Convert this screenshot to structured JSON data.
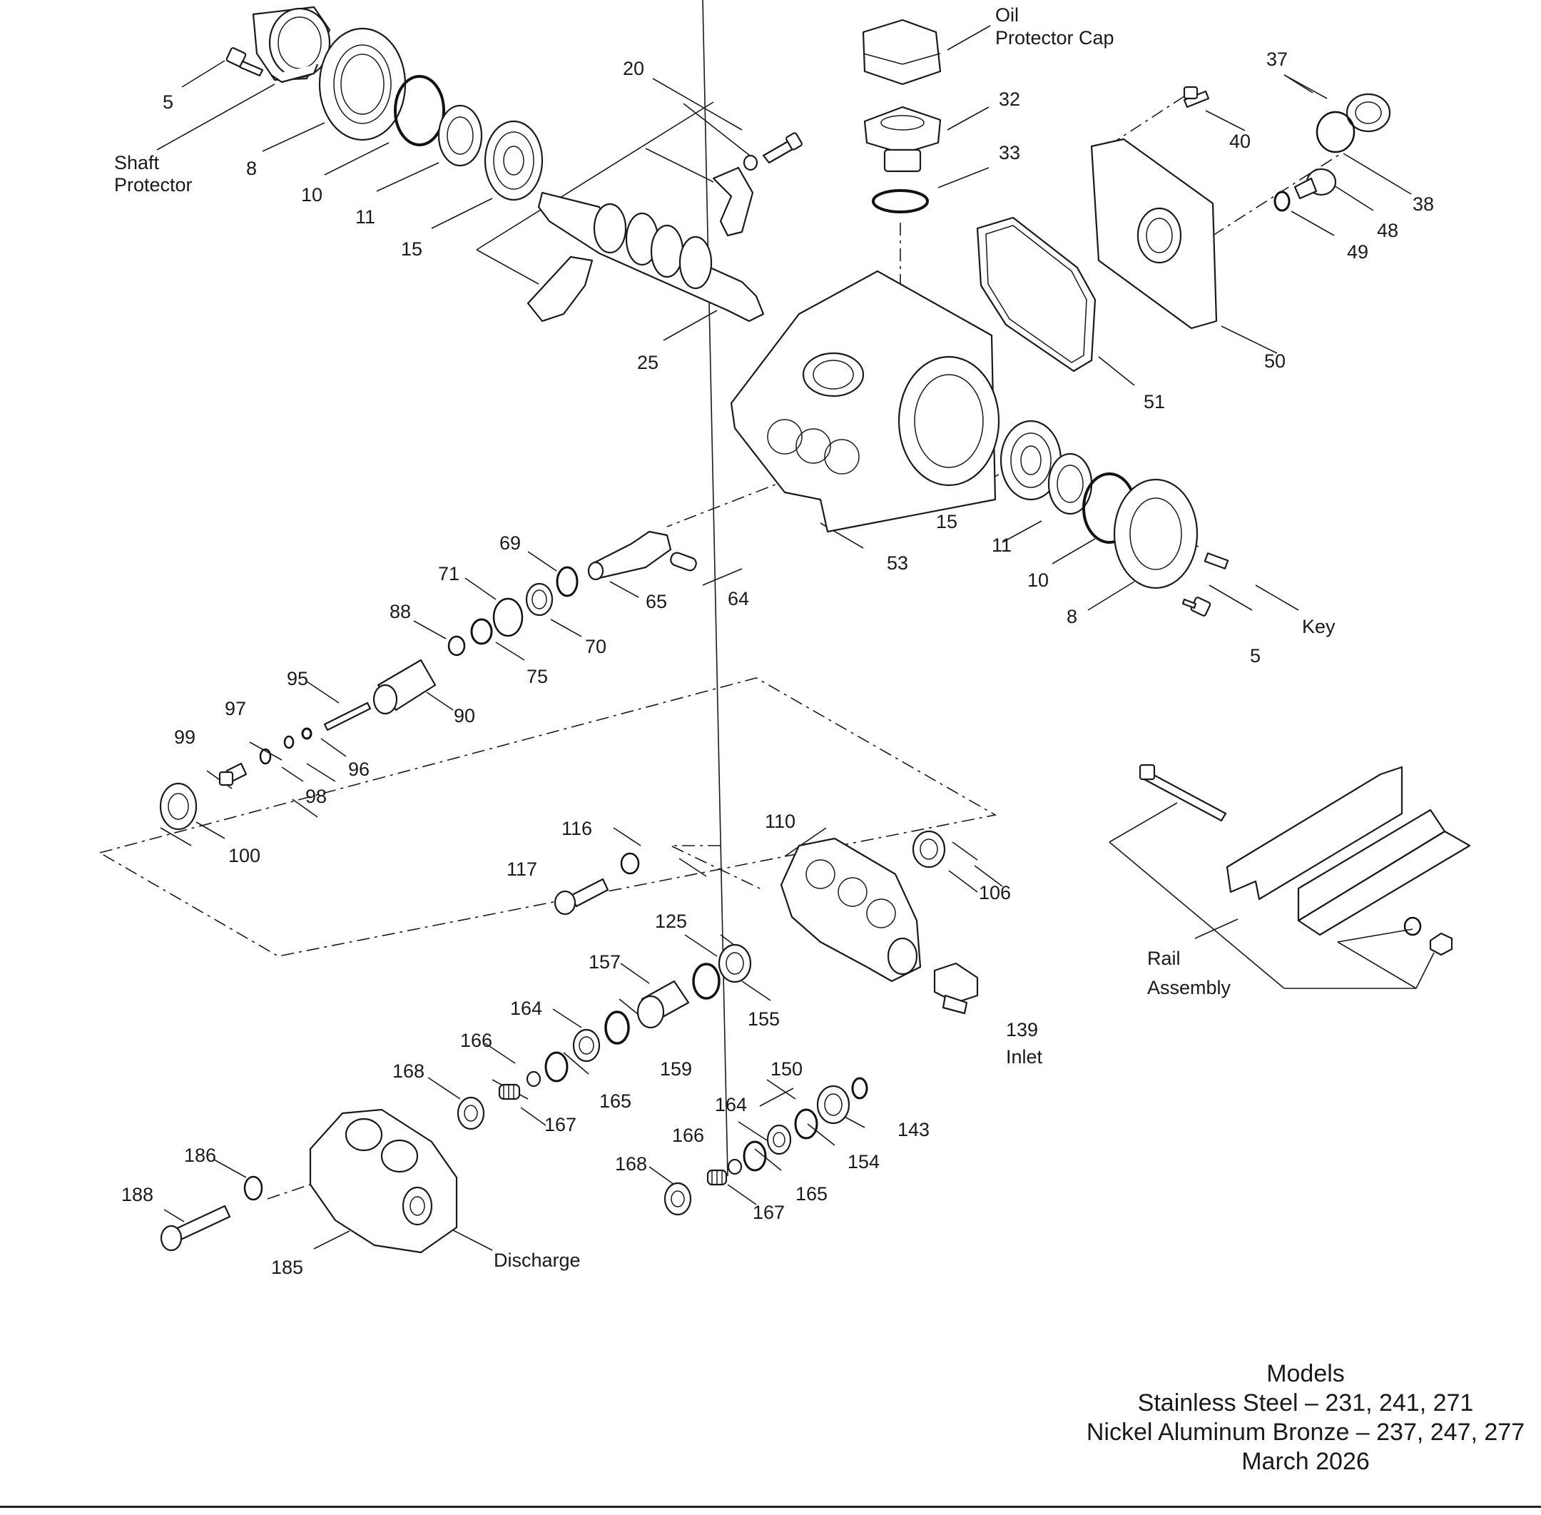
{
  "labels": {
    "shaft_protector": [
      "Shaft",
      "Protector"
    ],
    "oil_protector_cap": [
      "Oil",
      "Protector Cap"
    ],
    "key": "Key",
    "inlet": "Inlet",
    "discharge": "Discharge",
    "rail_assembly": [
      "Rail",
      "Assembly"
    ]
  },
  "part_numbers": {
    "p5a": "5",
    "p8a": "8",
    "p10a": "10",
    "p11a": "11",
    "p15a": "15",
    "p20": "20",
    "p25": "25",
    "p32": "32",
    "p33": "33",
    "p37": "37",
    "p38": "38",
    "p40": "40",
    "p48": "48",
    "p49": "49",
    "p50": "50",
    "p51": "51",
    "p53": "53",
    "p15b": "15",
    "p11b": "11",
    "p10b": "10",
    "p8b": "8",
    "p5b": "5",
    "p64": "64",
    "p65": "65",
    "p69": "69",
    "p70": "70",
    "p71": "71",
    "p75": "75",
    "p88": "88",
    "p90": "90",
    "p95": "95",
    "p96": "96",
    "p97": "97",
    "p98": "98",
    "p99": "99",
    "p100": "100",
    "p106": "106",
    "p110": "110",
    "p116": "116",
    "p117": "117",
    "p125": "125",
    "p139": "139",
    "p143": "143",
    "p150": "150",
    "p154": "154",
    "p155": "155",
    "p157": "157",
    "p159": "159",
    "p164a": "164",
    "p165a": "165",
    "p166a": "166",
    "p167a": "167",
    "p168a": "168",
    "p164b": "164",
    "p165b": "165",
    "p166b": "166",
    "p167b": "167",
    "p168b": "168",
    "p185": "185",
    "p186": "186",
    "p188": "188"
  },
  "models": {
    "heading": "Models",
    "stainless": "Stainless Steel – 231, 241, 271",
    "bronze": "Nickel Aluminum Bronze – 237, 247, 277",
    "date": "March 2026"
  }
}
